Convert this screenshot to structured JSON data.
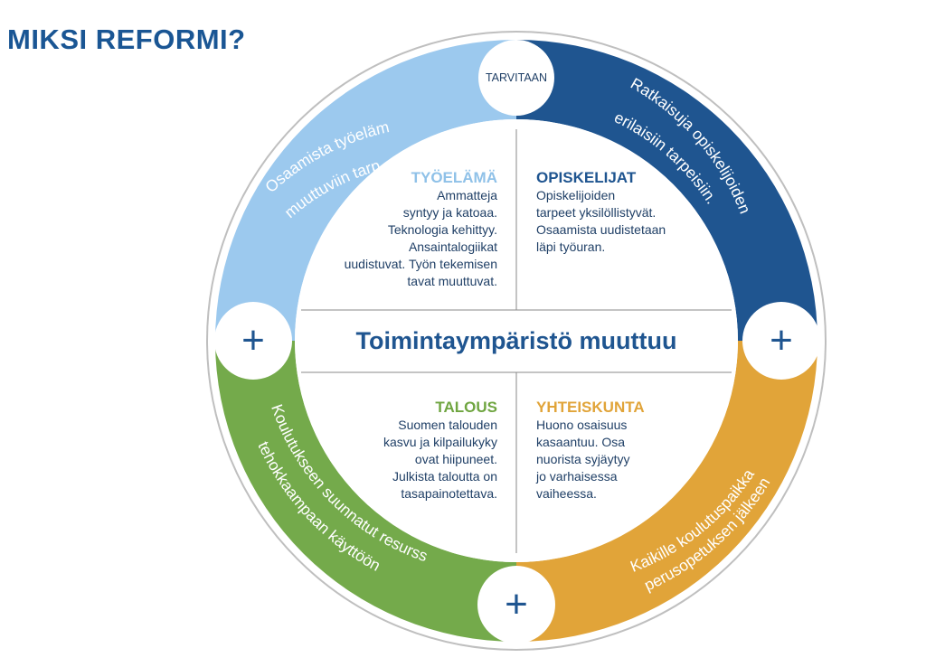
{
  "title": "MIKSI REFORMI?",
  "center_text": "Toimintaympäristö muuttuu",
  "top_label": "TARVITAAN",
  "ring_segments": [
    {
      "text_lines": [
        "Osaamista työelämän",
        "muuttuviin tarpeisiin"
      ],
      "color": "#9cc9ee"
    },
    {
      "text_lines": [
        "Ratkaisuja opiskelijoiden",
        "erilaisiin tarpeisiin."
      ],
      "color": "#1f5590"
    },
    {
      "text_lines": [
        "Kaikille koulutuspaikka",
        "perusopetuksen jälkeen"
      ],
      "color": "#e1a439"
    },
    {
      "text_lines": [
        "Koulutukseen suunnatut resurssit",
        "tehokkaampaan käyttöön"
      ],
      "color": "#74aa4b"
    }
  ],
  "plus_symbol": "+",
  "quadrants": [
    {
      "heading": "TYÖELÄMÄ",
      "color": "#8fc1e8",
      "lines": [
        "Ammatteja",
        "syntyy ja katoaa.",
        "Teknologia kehittyy.",
        "Ansaintalogiikat",
        "uudistuvat. Työn tekemisen",
        "tavat muuttuvat."
      ]
    },
    {
      "heading": "OPISKELIJAT",
      "color": "#1f5590",
      "lines": [
        "Opiskelijoiden",
        "tarpeet yksilöllistyvät.",
        "Osaamista uudistetaan",
        "läpi työuran."
      ]
    },
    {
      "heading": "TALOUS",
      "color": "#6fa540",
      "lines": [
        "Suomen talouden",
        "kasvu ja kilpailukyky",
        "ovat hiipuneet.",
        "Julkista taloutta on",
        "tasapainotettava."
      ]
    },
    {
      "heading": "YHTEISKUNTA",
      "color": "#e1a439",
      "lines": [
        "Huono osaisuus",
        "kasaantuu. Osa",
        "nuorista syjäytyy",
        "jo varhaisessa",
        "vaiheessa."
      ]
    }
  ],
  "colors": {
    "title": "#1a5694",
    "text": "#1f3f66",
    "center": "#1f5590",
    "line": "#8a8a8a"
  }
}
